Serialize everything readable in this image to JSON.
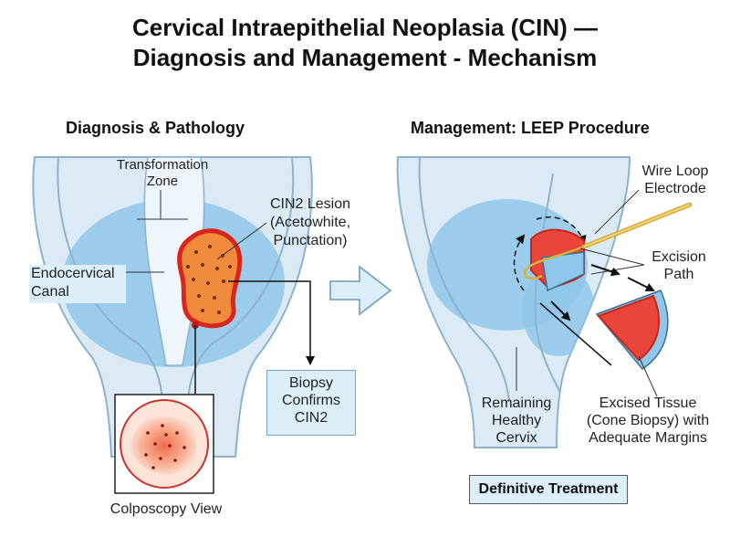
{
  "title": {
    "line1": "Cervical Intraepithelial Neoplasia (CIN) —",
    "line2": "Diagnosis and Management - Mechanism"
  },
  "left_panel": {
    "heading": "Diagnosis & Pathology",
    "transformation_zone": [
      "Transformation",
      "Zone"
    ],
    "endocervical_canal": [
      "Endocervical",
      "Canal"
    ],
    "lesion": [
      "CIN2 Lesion",
      "(Acetowhite,",
      "Punctation)"
    ],
    "biopsy": [
      "Biopsy",
      "Confirms",
      "CIN2"
    ],
    "colposcopy": "Colposcopy View"
  },
  "right_panel": {
    "heading": "Management: LEEP Procedure",
    "electrode": [
      "Wire Loop",
      "Electrode"
    ],
    "excision_path": [
      "Excision",
      "Path"
    ],
    "remaining": [
      "Remaining",
      "Healthy",
      "Cervix"
    ],
    "excised": [
      "Excised Tissue",
      "(Cone Biopsy) with",
      "Adequate Margins"
    ],
    "treatment": "Definitive Treatment"
  },
  "colors": {
    "cervix_fill": "#dbeaf5",
    "cervix_stroke": "#8fb2cc",
    "canal_blue": "#8fc7ea",
    "lesion_fill": "#f08a3c",
    "lesion_border": "#d9261c",
    "electrode": "#d8b03a"
  }
}
